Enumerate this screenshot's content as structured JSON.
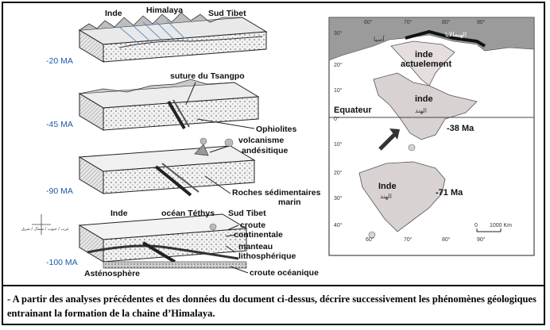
{
  "blocks": {
    "b20": {
      "age": "-20 MA",
      "labels": {
        "inde": "Inde",
        "himalaya": "Himalaya",
        "sud_tibet": "Sud Tibet"
      }
    },
    "b45": {
      "age": "-45 MA",
      "labels": {
        "suture": "suture du Tsangpo",
        "ophiolites": "Ophiolites"
      }
    },
    "b90": {
      "age": "-90 MA",
      "labels": {
        "volcanisme": "volcanisme",
        "andesitique": "andésitique",
        "roches": "Roches sédimentaires",
        "marin": "marin"
      }
    },
    "b100": {
      "age": "-100 MA",
      "labels": {
        "inde": "Inde",
        "ocean": "océan Téthys",
        "sud_tibet": "Sud Tibet",
        "croute_cont_1": "croute",
        "croute_cont_2": "continentale",
        "manteau_1": "manteau",
        "manteau_2": "lithosphérique",
        "asthenosphere": "Asténosphère",
        "croute_oce": "croute océanique"
      }
    },
    "compass": {
      "label": "غرب / جنوب / شمال / شرق"
    }
  },
  "map": {
    "lat_ticks": [
      "30°",
      "20°",
      "10°",
      "0°",
      "10°",
      "20°",
      "30°",
      "40°"
    ],
    "lon_ticks_top": [
      "60°",
      "70°",
      "80°",
      "90°"
    ],
    "lon_ticks_bottom": [
      "60°",
      "70°",
      "80°",
      "90°"
    ],
    "equateur": "Equateur",
    "inde_actuel_1": "inde",
    "inde_actuel_2": "actuelement",
    "inde_38": "inde",
    "inde_38_ar": "الهند",
    "age_38": "-38 Ma",
    "inde_71": "Inde",
    "inde_71_ar": "الهند",
    "age_71": "-71 Ma",
    "scale_0": "0",
    "scale_1000": "1000 Km",
    "himalaya_ar": "الهيمالايا",
    "asia_ar": "آسيا"
  },
  "caption": "- A partir des analyses précédentes et des données du document ci-dessus, décrire successivement les phénomènes géologiques entrainant la formation de la chaine d’Himalaya."
}
